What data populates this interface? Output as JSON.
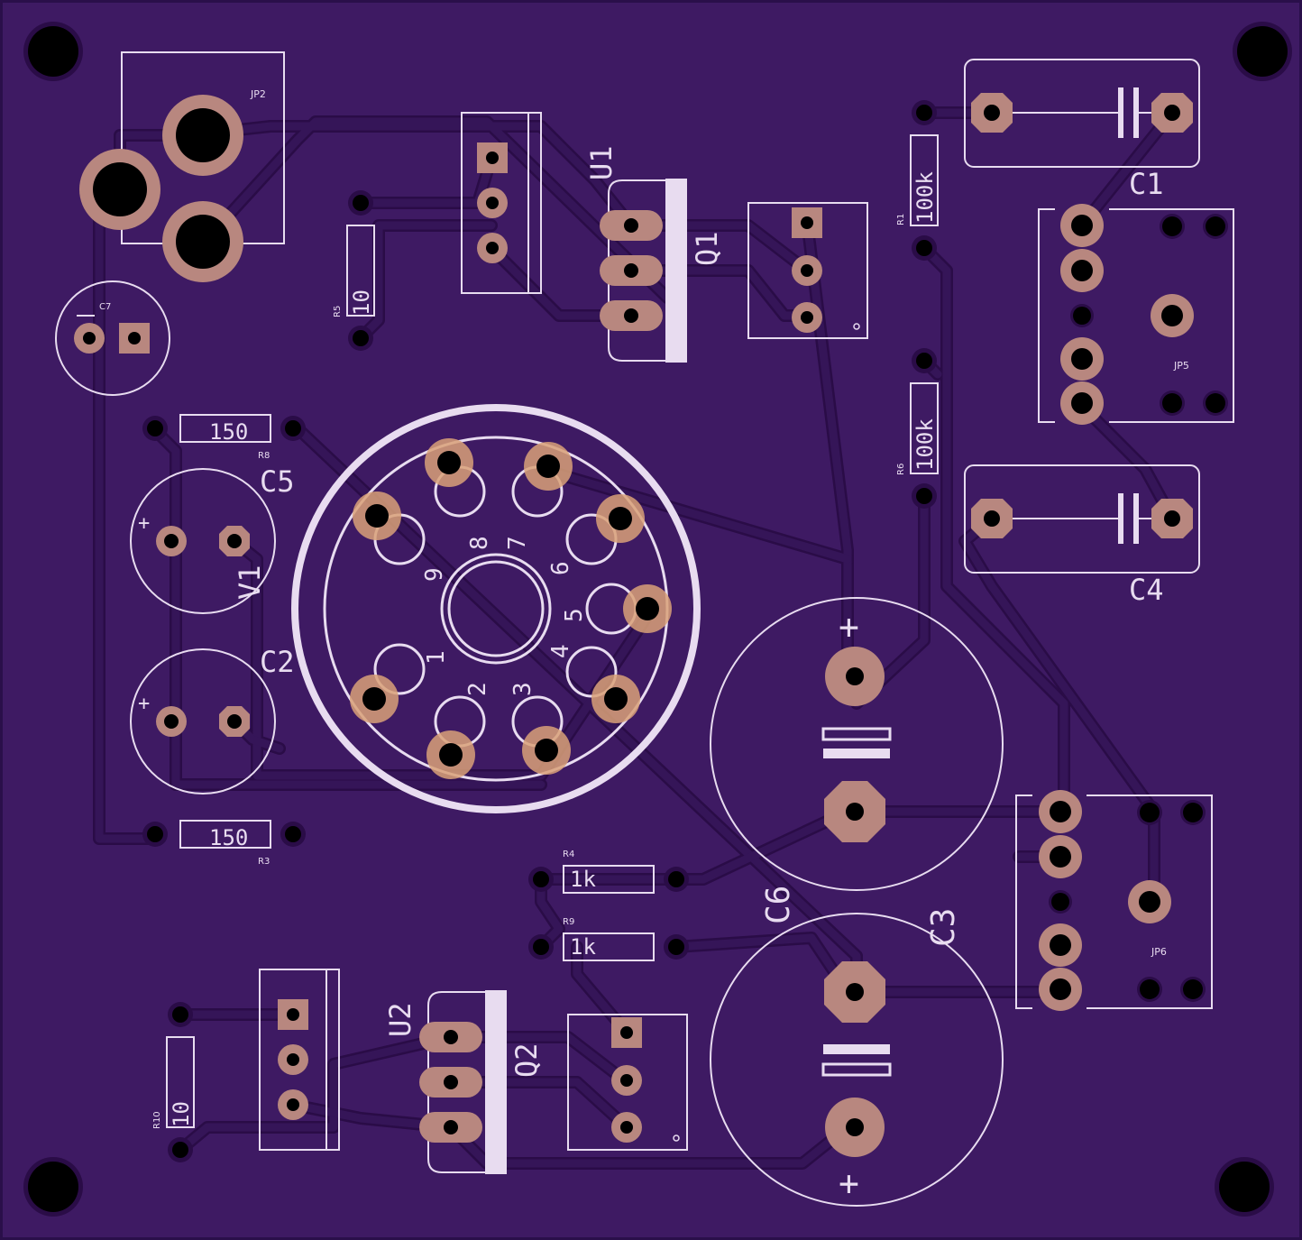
{
  "colors": {
    "board": "#3e1a63",
    "edge": "#2a0f4a",
    "trace": "#351558",
    "trace_edge": "#2a0c47",
    "silk": "#e8dcf0",
    "copper": "#b8877f",
    "copper_light": "#d9a178",
    "hole": "#000000"
  },
  "labels": {
    "jp2": "JP2",
    "c7": "C7",
    "u1": "U1",
    "q1": "Q1",
    "r5": "R5",
    "r5_value": "10",
    "r1": "R1",
    "r1_value": "100k",
    "c1": "C1",
    "jp5": "JP5",
    "r8": "R8",
    "r8_value": "150",
    "c5": "C5",
    "v1": "V1",
    "r6": "R6",
    "r6_value": "100k",
    "c4": "C4",
    "c2": "C2",
    "r3": "R3",
    "r3_value": "150",
    "c6": "C6",
    "c3": "C3",
    "r4": "R4",
    "r4_value": "1k",
    "r9": "R9",
    "r9_value": "1k",
    "jp6": "JP6",
    "u2": "U2",
    "q2": "Q2",
    "r10": "R10",
    "r10_value": "10",
    "plus": "+"
  },
  "socket_pins": [
    "1",
    "2",
    "3",
    "4",
    "5",
    "6",
    "7",
    "8",
    "9"
  ]
}
